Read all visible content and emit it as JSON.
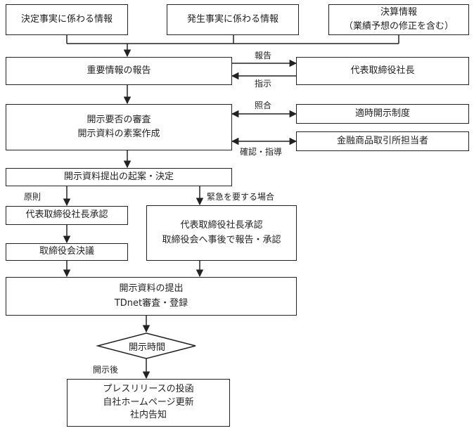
{
  "sources": {
    "decision": "決定事実に係わる情報",
    "occurrence": "発生事実に係わる情報",
    "settlement_line1": "決算情報",
    "settlement_line2": "（業績予想の修正を含む）"
  },
  "report_box": "重要情報の報告",
  "ceo_box": "代表取締役社長",
  "label_report": "報告",
  "label_instruction": "指示",
  "review_box": {
    "line1": "開示要否の審査",
    "line2": "開示資料の素案作成"
  },
  "timely_box": "適時開示制度",
  "exchange_box": "金融商品取引所担当者",
  "label_consult": "照合",
  "label_confirm": "確認・指導",
  "proposal_box": "開示資料提出の起案・決定",
  "label_principle": "原則",
  "label_urgent": "緊急を要する場合",
  "ceo_approval": "代表取締役社長承認",
  "board_resolution": "取締役会決議",
  "urgent_box": {
    "line1": "代表取締役社長承認",
    "line2": "取締役会へ事後で報告・承認"
  },
  "submit_box": {
    "line1": "開示資料の提出",
    "line2": "TDnet審査・登録"
  },
  "diamond": "開示時間",
  "label_after": "開示後",
  "final_box": {
    "line1": "プレスリリースの投函",
    "line2": "自社ホームページ更新",
    "line3": "社内告知"
  }
}
